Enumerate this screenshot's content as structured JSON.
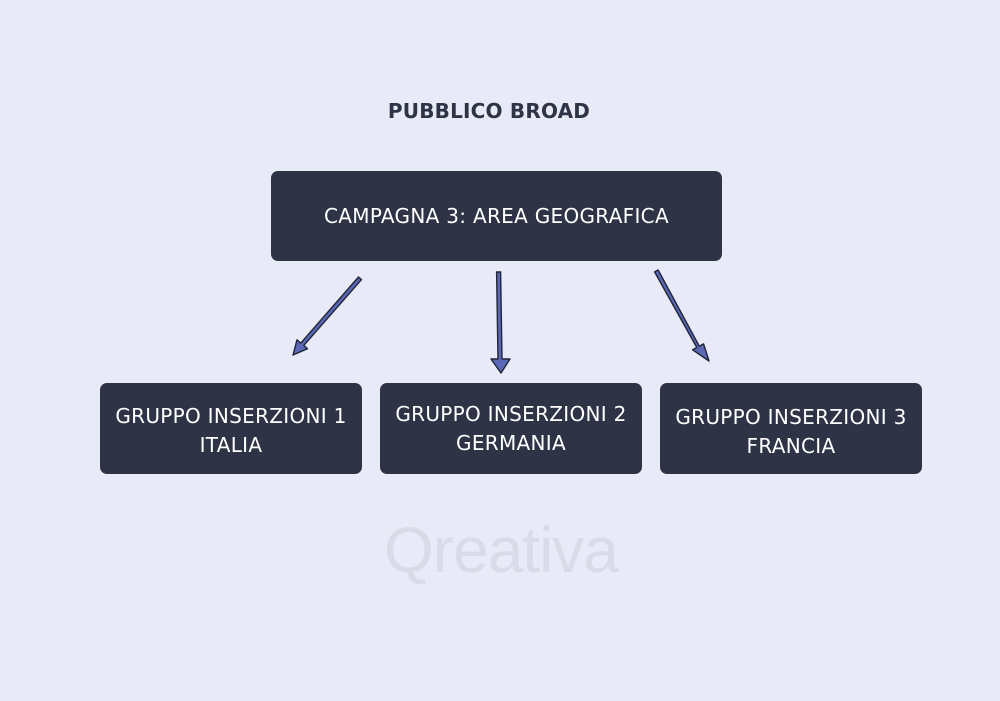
{
  "colors": {
    "background": "#e8eaf8",
    "box_fill": "#2e3446",
    "box_text": "#ffffff",
    "title_text": "#2e3446",
    "arrow_fill": "#5a68b6",
    "arrow_stroke": "#1f2536",
    "watermark": "#d9dbe8"
  },
  "title": "PUBBLICO BROAD",
  "root": {
    "label": "CAMPAGNA 3: AREA GEOGRAFICA"
  },
  "children": [
    {
      "line1": "GRUPPO INSERZIONI 1",
      "line2": "ITALIA"
    },
    {
      "line1": "GRUPPO INSERZIONI 2",
      "line2": "GERMANIA"
    },
    {
      "line1": "GRUPPO INSERZIONI 3",
      "line2": "FRANCIA"
    }
  ],
  "watermark": "Qreativa"
}
